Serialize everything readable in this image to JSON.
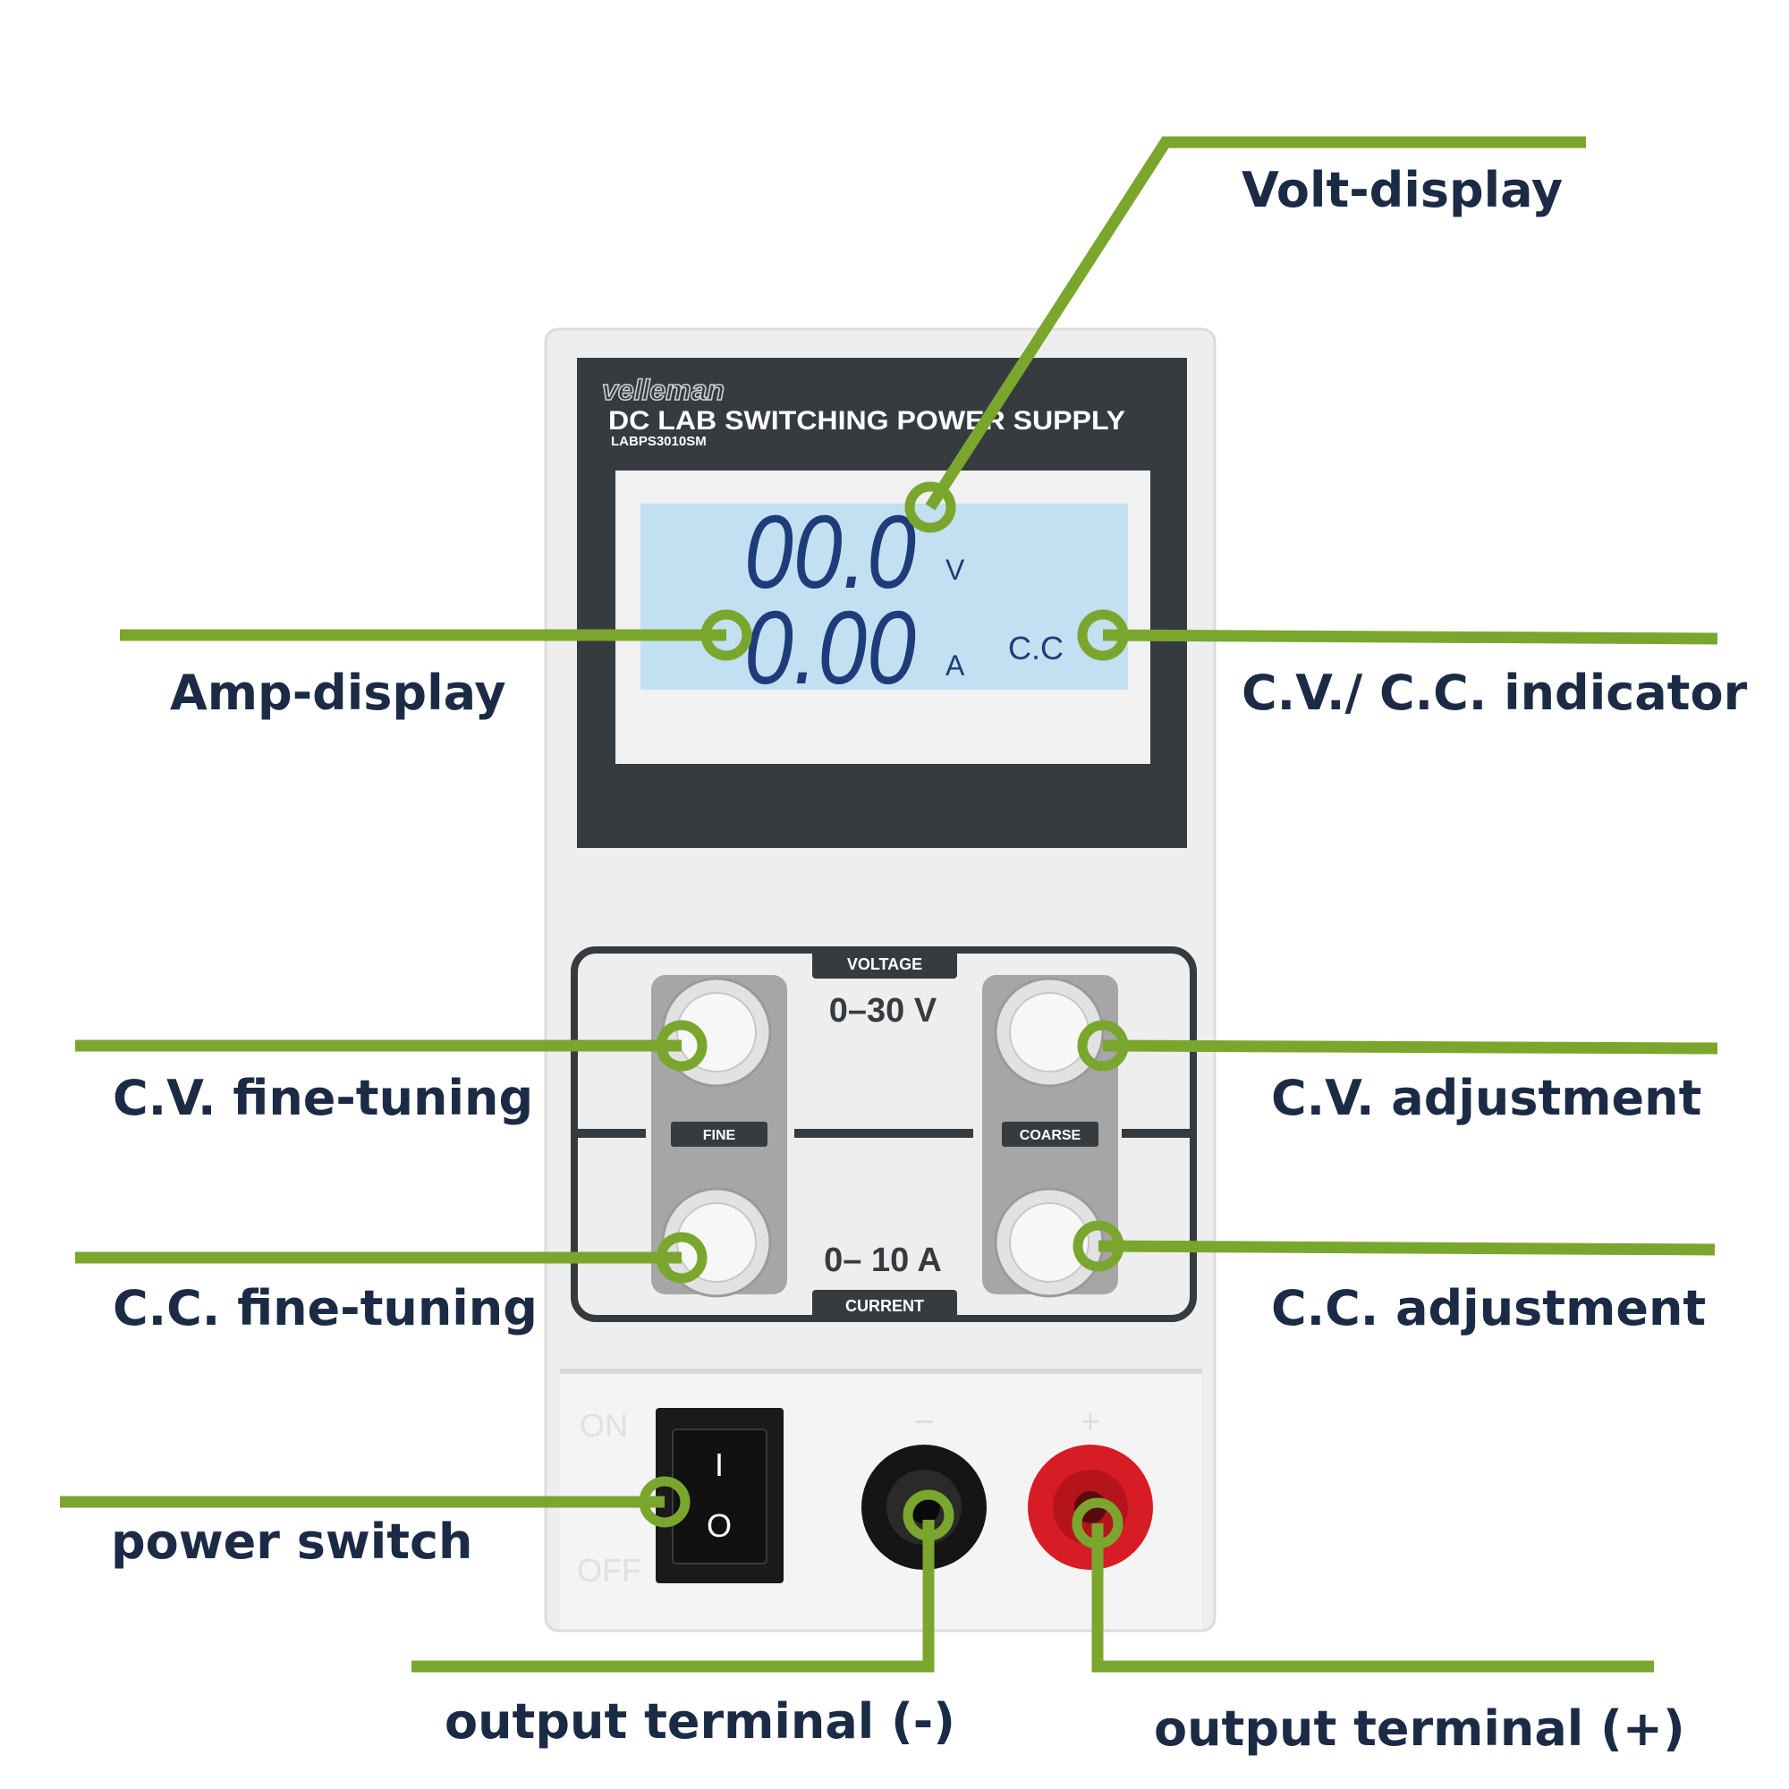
{
  "device": {
    "brand": "velleman",
    "title": "DC LAB SWITCHING POWER SUPPLY",
    "model": "LABPS3010SM",
    "display": {
      "voltage_reading": "00.0",
      "voltage_unit": "V",
      "current_reading": "0.00",
      "current_unit": "A",
      "mode_indicator": "C.C"
    },
    "controls": {
      "voltage_tag": "VOLTAGE",
      "voltage_range": "0–30 V",
      "current_range": "0– 10 A",
      "current_tag": "CURRENT",
      "fine_tag": "FINE",
      "coarse_tag": "COARSE"
    },
    "switch": {
      "on_label": "ON",
      "off_label": "OFF",
      "on_symbol": "I",
      "off_symbol": "O"
    },
    "terminals": {
      "minus_symbol": "−",
      "plus_symbol": "+"
    }
  },
  "annotations": {
    "volt_display": "Volt-display",
    "amp_display": "Amp-display",
    "cv_cc_indicator": "C.V./ C.C. indicator",
    "cv_fine_tuning": "C.V. fine-tuning",
    "cv_adjustment": "C.V. adjustment",
    "cc_fine_tuning": "C.C. fine-tuning",
    "cc_adjustment": "C.C. adjustment",
    "power_switch": "power switch",
    "output_terminal_minus": "output terminal (-)",
    "output_terminal_plus": "output terminal (+)"
  },
  "colors": {
    "leader_green": "#7ba62e",
    "label_navy": "#1c2b45",
    "panel_dark": "#363b40",
    "lcd_blue": "#c2e0f2",
    "lcd_digits": "#1f3c7a",
    "terminal_red": "#d81c25",
    "terminal_black": "#151515"
  }
}
